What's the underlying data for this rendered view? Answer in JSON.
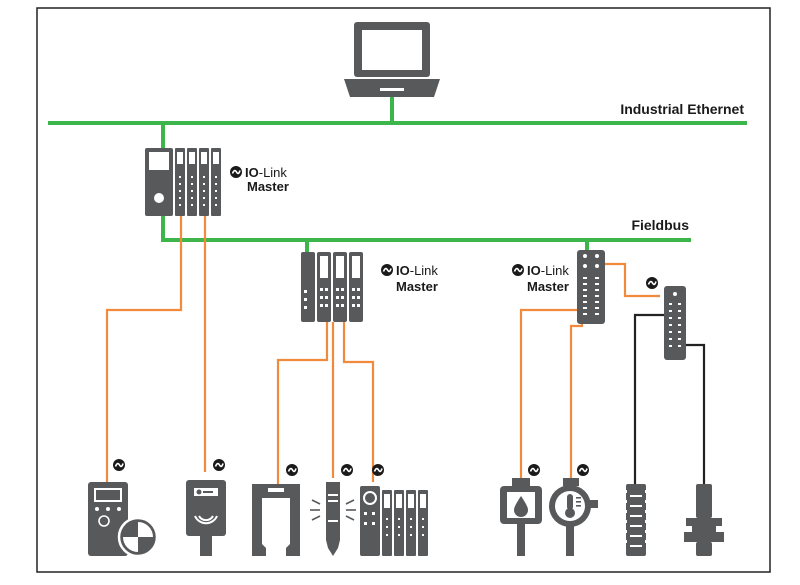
{
  "colors": {
    "ethernet": "#3cb54a",
    "io_link": "#f08a3c",
    "device": "#58595b",
    "wire_dark": "#222222",
    "frame": "#222222"
  },
  "networks": {
    "ethernet_label": "Industrial Ethernet",
    "fieldbus_label": "Fieldbus"
  },
  "io_link_label": {
    "brand_bold": "IO",
    "brand_rest": "-Link",
    "role": "Master"
  },
  "devices": {
    "computer": "laptop-icon",
    "masters": [
      "io-link-master-icon",
      "io-link-master-icon",
      "io-link-master-icon"
    ],
    "hub": "io-hub-icon",
    "field_devices": [
      "display-sensor-icon",
      "rfid-reader-icon",
      "fork-sensor-icon",
      "light-grid-icon",
      "modular-io-icon",
      "flow-sensor-icon",
      "temperature-sensor-icon",
      "standard-sensor-icon",
      "inductive-sensor-icon"
    ]
  }
}
